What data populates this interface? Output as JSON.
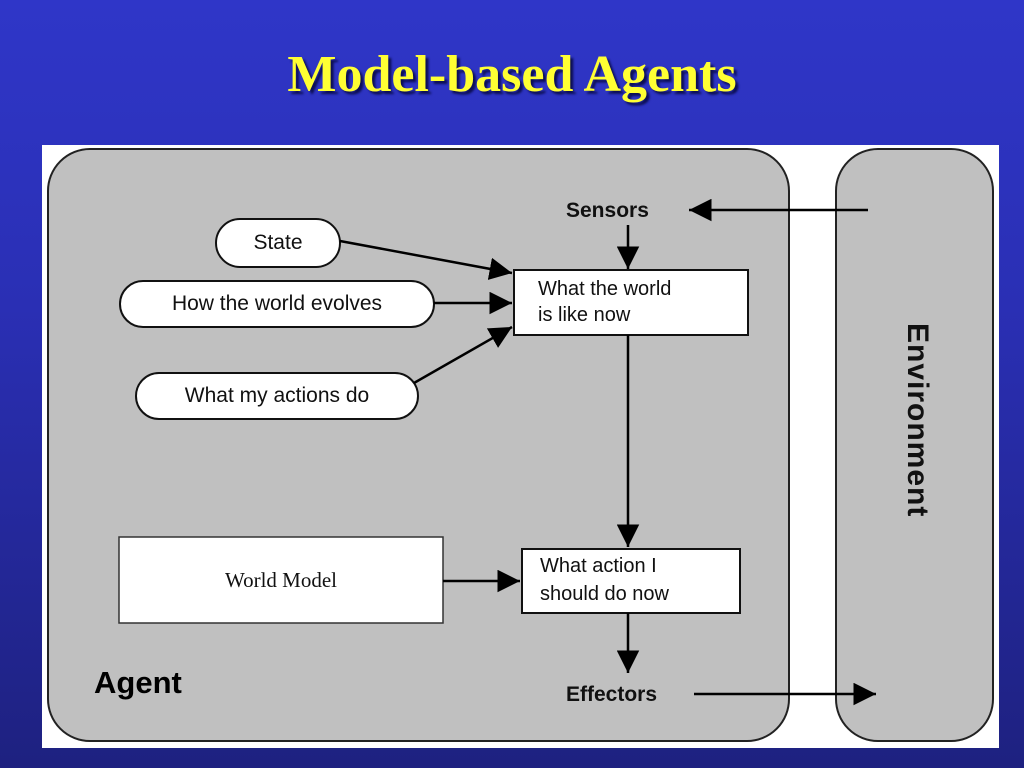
{
  "slide": {
    "title": "Model-based Agents"
  },
  "diagram": {
    "nodes": {
      "state": "State",
      "how_world_evolves": "How the world evolves",
      "what_actions_do": "What my actions do",
      "world_now_line1": "What the world",
      "world_now_line2": "is like now",
      "action_now_line1": "What action I",
      "action_now_line2": "should do now",
      "world_model": "World Model",
      "sensors": "Sensors",
      "effectors": "Effectors",
      "agent": "Agent",
      "environment": "Environment"
    },
    "colors": {
      "background_top": "#2f36c8",
      "background_bottom": "#1e2180",
      "title": "#ffff33",
      "panel_fill": "#c0c0c0",
      "box_fill": "#ffffff",
      "stroke": "#000000"
    }
  }
}
